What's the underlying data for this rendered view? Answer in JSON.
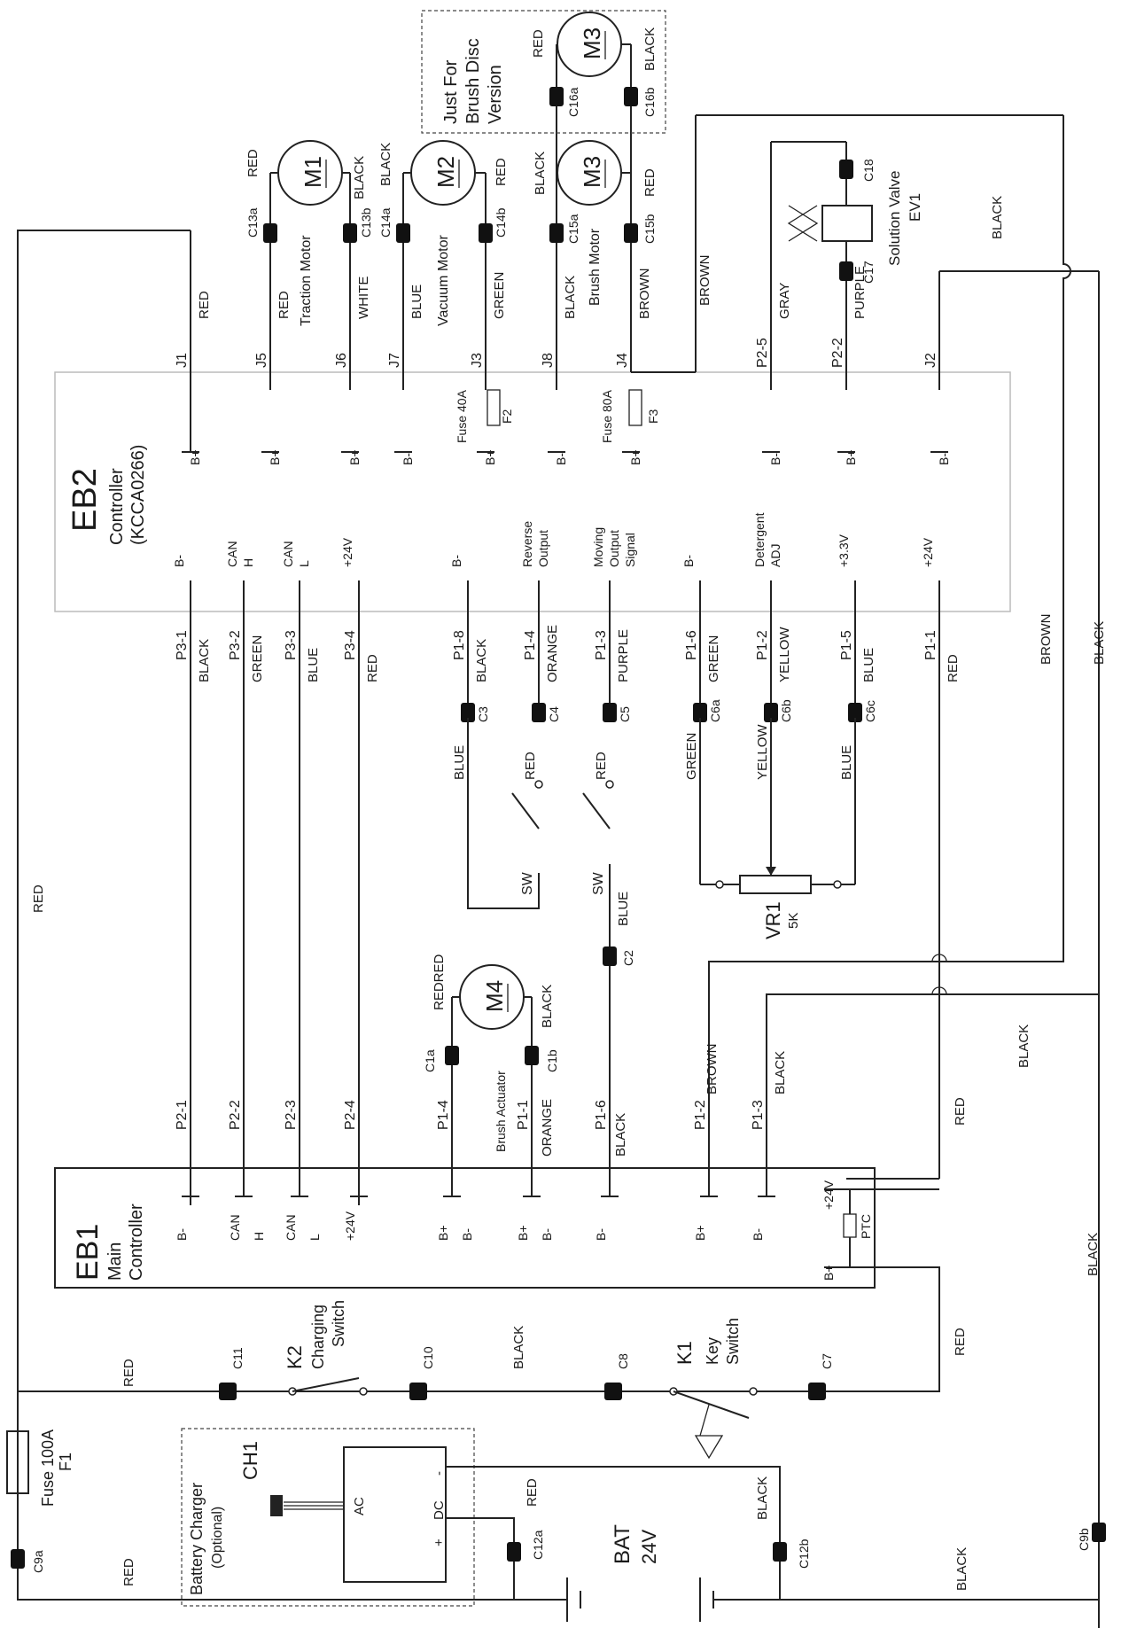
{
  "diagram": {
    "eb2": {
      "title": "EB2",
      "subtitle_1": "Controller",
      "subtitle_2": "(KCCA0266)",
      "top_pins": [
        {
          "pin": "J1",
          "wire": "RED",
          "term": "B+"
        },
        {
          "pin": "J5",
          "wire": "RED",
          "term": "B+"
        },
        {
          "pin": "J6",
          "wire": "WHITE",
          "term": "B+"
        },
        {
          "pin": "J7",
          "wire": "BLUE",
          "term": "B-"
        },
        {
          "pin": "J3",
          "wire": "GREEN",
          "term": "B+"
        },
        {
          "pin": "J8",
          "wire": "BLACK",
          "term": "B-"
        },
        {
          "pin": "J4",
          "wire": "BROWN",
          "term": "B+"
        },
        {
          "pin": "P2-5",
          "wire": "GRAY",
          "term": "B-"
        },
        {
          "pin": "P2-2",
          "wire": "PURPLE",
          "term": "B+"
        },
        {
          "pin": "J2",
          "wire": "",
          "term": "B-"
        }
      ],
      "bottom_pins": [
        {
          "pin": "P3-1",
          "term": "B-",
          "wire": "BLACK"
        },
        {
          "pin": "P3-2",
          "term": "CAN",
          "term2": "H",
          "wire": "GREEN"
        },
        {
          "pin": "P3-3",
          "term": "CAN",
          "term2": "L",
          "wire": "BLUE"
        },
        {
          "pin": "P3-4",
          "term": "+24V",
          "wire": "RED"
        },
        {
          "pin": "P1-8",
          "term": "B-",
          "wire": "BLACK"
        },
        {
          "pin": "P1-4",
          "term": "Reverse",
          "term2": "Output",
          "wire": "ORANGE"
        },
        {
          "pin": "P1-3",
          "term": "Moving",
          "term2": "Output",
          "term3": "Signal",
          "wire": "PURPLE"
        },
        {
          "pin": "P1-6",
          "term": "B-",
          "wire": "GREEN"
        },
        {
          "pin": "P1-2",
          "term": "Detergent",
          "term2": "ADJ",
          "wire": "YELLOW"
        },
        {
          "pin": "P1-5",
          "term": "+3.3V",
          "wire": "BLUE"
        },
        {
          "pin": "P1-1",
          "term": "+24V",
          "wire": "RED"
        }
      ],
      "fuse_40a": "Fuse 40A",
      "fuse_40a_id": "F2",
      "fuse_80a": "Fuse 80A",
      "fuse_80a_id": "F3",
      "b_minus": "B-"
    },
    "eb1": {
      "title": "EB1",
      "subtitle_1": "Main",
      "subtitle_2": "Controller",
      "pins": [
        {
          "pin": "P2-1",
          "term": "B-"
        },
        {
          "pin": "P2-2",
          "term": "CAN",
          "term2": "H"
        },
        {
          "pin": "P2-3",
          "term": "CAN",
          "term2": "L"
        },
        {
          "pin": "P2-4",
          "term": "+24V"
        },
        {
          "pin": "P1-4",
          "term": "B+",
          "term2": "B-"
        },
        {
          "pin": "P1-1",
          "term": "B+",
          "term2": "B-"
        },
        {
          "pin": "P1-6",
          "term": "B-"
        },
        {
          "pin": "P1-2",
          "term": "B+"
        },
        {
          "pin": "P1-3",
          "term": "B-"
        }
      ],
      "p24v": "+24V",
      "ptc": "PTC",
      "bplus": "B+",
      "wire_orange": "ORANGE",
      "wire_black": "BLACK",
      "wire_brown": "BROWN",
      "wire_black2": "BLACK"
    },
    "motors": {
      "m1": {
        "label": "M1",
        "name": "Traction Motor",
        "c_a": "C13a",
        "c_b": "C13b",
        "w_a": "RED",
        "w_b": "BLACK"
      },
      "m2": {
        "label": "M2",
        "name": "Vacuum Motor",
        "c_a": "C14a",
        "c_b": "C14b",
        "w_a": "BLACK",
        "w_b": "RED"
      },
      "m3": {
        "label": "M3",
        "name": "Brush Motor",
        "c_a": "C15a",
        "c_b": "C15b",
        "w_a": "BLACK",
        "w_b": "RED"
      },
      "m3b": {
        "label": "M3",
        "c_a": "C16a",
        "c_b": "C16b",
        "w_a": "RED",
        "w_b": "BLACK"
      },
      "m4": {
        "label": "M4",
        "name": "Brush Actuator",
        "c_a": "C1a",
        "c_b": "C1b",
        "w_a": "REDRED",
        "w_b": "BLACK"
      }
    },
    "brush_disc_note": [
      "Just For",
      "Brush Disc",
      "Version"
    ],
    "valve": {
      "name": "Solution Valve",
      "id": "EV1",
      "c_top": "C18",
      "c_bot": "C17"
    },
    "p1_connectors": [
      {
        "id": "C3",
        "wire": "BLUE"
      },
      {
        "id": "C4",
        "wire": "RED"
      },
      {
        "id": "C5",
        "wire": "RED"
      },
      {
        "id": "C6a",
        "wire": "GREEN"
      },
      {
        "id": "C6b",
        "wire": "YELLOW"
      },
      {
        "id": "C6c",
        "wire": "BLUE"
      }
    ],
    "switch_sw": "SW",
    "c2": "C2",
    "c2_wire": "BLUE",
    "vr1": {
      "id": "VR1",
      "value": "5K"
    },
    "bus_labels": {
      "red_left": "RED",
      "black_right_a": "BLACK",
      "black_right_b": "BLACK",
      "black_right_c": "BLACK",
      "brown_right": "BROWN",
      "red_right": "RED",
      "brown_top": "BROWN",
      "black_top": "BLACK"
    },
    "bottom": {
      "c11": "C11",
      "k2": "K2",
      "k2_name_1": "Charging",
      "k2_name_2": "Switch",
      "c10": "C10",
      "black": "BLACK",
      "c8": "C8",
      "k1": "K1",
      "k1_name_1": "Key",
      "k1_name_2": "Switch",
      "c7": "C7",
      "red_c11": "RED",
      "red_c7": "RED",
      "fuse": "Fuse 100A",
      "fuse_id": "F1",
      "c9a": "C9a",
      "red_c9a": "RED",
      "charger_1": "Battery Charger",
      "charger_2": "(Optional)",
      "ch1": "CH1",
      "ac": "AC",
      "dc": "DC",
      "plus": "+",
      "minus": "-",
      "c12a": "C12a",
      "c12a_wire": "RED",
      "c12b": "C12b",
      "c12b_wire": "BLACK",
      "bat": "BAT",
      "bat_v": "24V",
      "black_bottom": "BLACK",
      "c9b": "C9b"
    }
  }
}
